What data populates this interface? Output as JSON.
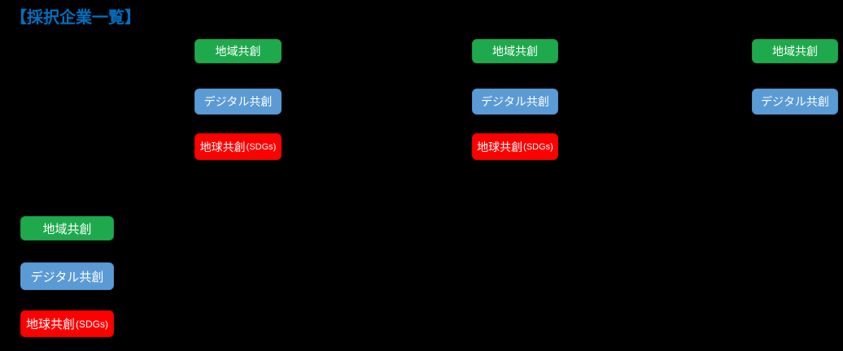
{
  "title": "【採択企業一覧】",
  "labels": {
    "regional": "地域共創",
    "digital": "デジタル共創",
    "global_main": "地球共創",
    "global_suffix": "(SDGs)"
  },
  "colors": {
    "background": "#000000",
    "title_blue": "#0070C0",
    "badge_green": "#1FA94D",
    "badge_blue": "#5B9BD5",
    "badge_red": "#FF0000",
    "badge_text": "#FFFFFF"
  },
  "badge_groups": [
    {
      "position": "column-1",
      "badges": [
        "regional",
        "digital",
        "global"
      ]
    },
    {
      "position": "column-2",
      "badges": [
        "regional",
        "digital",
        "global"
      ]
    },
    {
      "position": "column-3-right-edge",
      "badges": [
        "regional",
        "digital"
      ]
    },
    {
      "position": "column-4-bottom-left",
      "badges": [
        "regional",
        "digital",
        "global"
      ]
    }
  ]
}
